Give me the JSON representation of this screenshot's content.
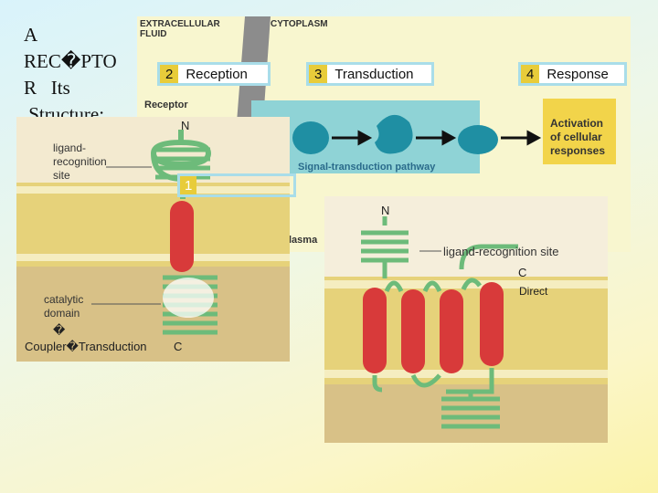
{
  "title": {
    "line1": "A",
    "line2": "REC�PTO",
    "line3": "R   Its",
    "line4": " Structure:"
  },
  "pathway": {
    "extracellular": "EXTRACELLULAR\nFLUID",
    "cytoplasm": "CYTOPLASM",
    "receptor": "Receptor",
    "signal_pathway": "Signal-transduction pathway",
    "activation": "Activation\nof cellular\nresponses",
    "plasma": "lasma"
  },
  "steps": [
    {
      "num": "2",
      "label": "Reception"
    },
    {
      "num": "3",
      "label": "Transduction"
    },
    {
      "num": "4",
      "label": "Response"
    },
    {
      "num": "1",
      "label": ""
    }
  ],
  "left_figure": {
    "n_label": "N",
    "ligand_site": "ligand-\nrecognition\nsite",
    "catalytic": "catalytic\ndomain",
    "c_label": "C",
    "caption_glyph": "�",
    "caption": "Coupler�Transduction"
  },
  "right_figure": {
    "n_label": "N",
    "ligand_site": "ligand-recognition site",
    "c_label": "C",
    "caption": "Direct"
  },
  "colors": {
    "membrane": "#e6d27a",
    "protein_red": "#d83a3a",
    "protein_green": "#6dbb7a",
    "pathway_teal": "#8fd3d6",
    "molecule": "#1f8fa3",
    "response_yellow": "#f2d44a"
  }
}
